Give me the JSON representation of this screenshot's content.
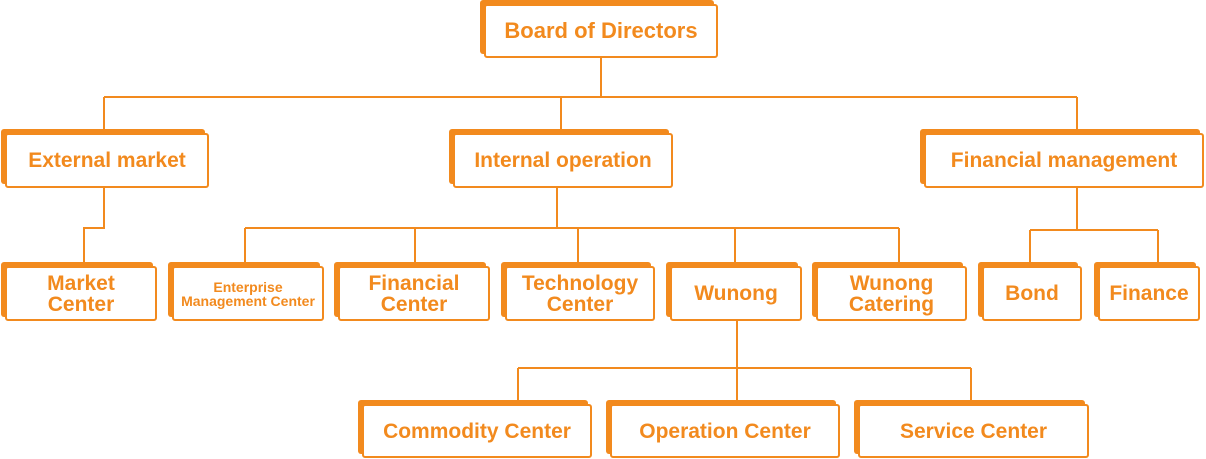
{
  "colors": {
    "accent": "#f28a1e",
    "background": "#ffffff"
  },
  "nodes": {
    "board": "Board of Directors",
    "external": "External market",
    "internal": "Internal operation",
    "financial_mgmt": "Financial management",
    "market_center": "Market Center",
    "enterprise_mgmt": "Enterprise Management Center",
    "financial_center": "Financial Center",
    "technology_center": "Technology Center",
    "wunong": "Wunong",
    "wunong_catering": "Wunong Catering",
    "bond": "Bond",
    "finance": "Finance",
    "commodity_center": "Commodity Center",
    "operation_center": "Operation Center",
    "service_center": "Service Center"
  }
}
